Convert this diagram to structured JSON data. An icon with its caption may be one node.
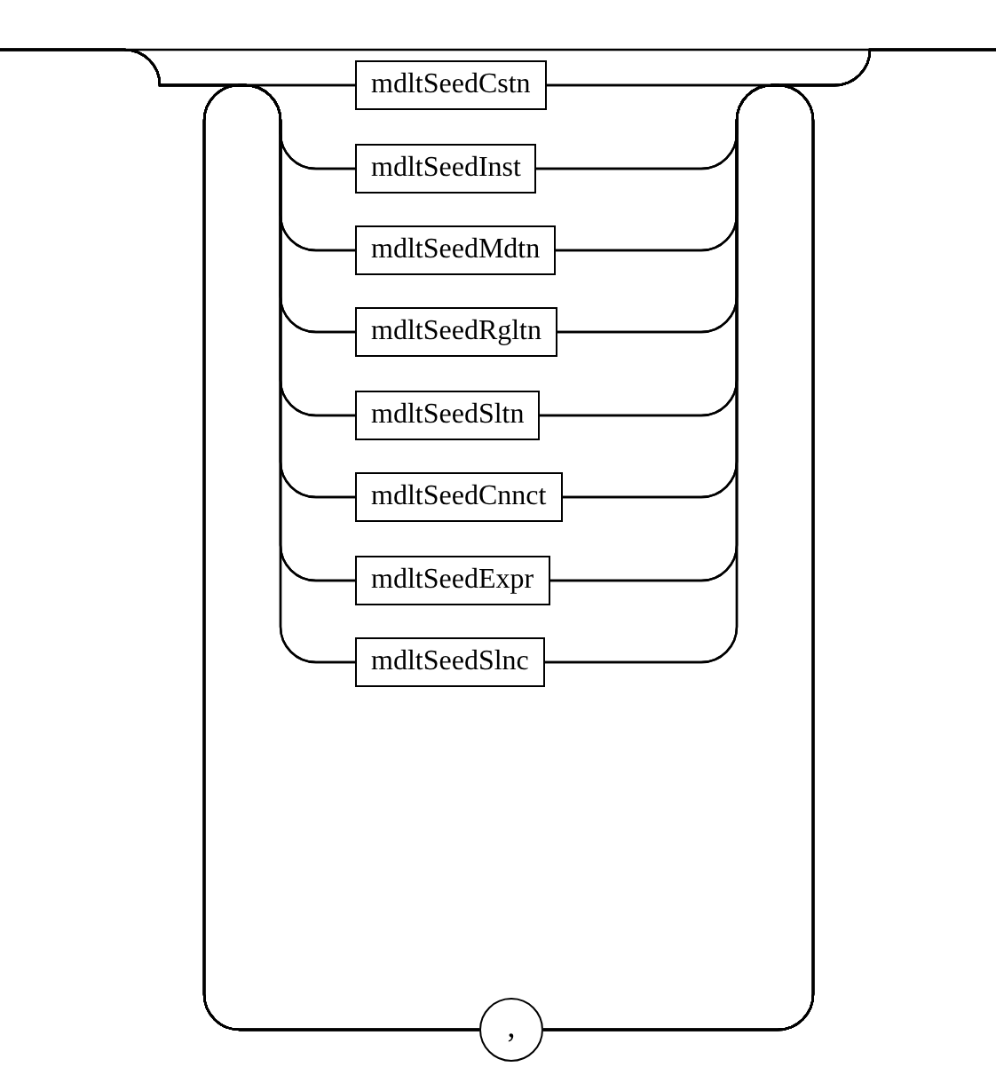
{
  "diagram": {
    "nodes": [
      {
        "text": [
          "mdltSeedCstn"
        ]
      },
      {
        "text": [
          "mdltSeedInst"
        ]
      },
      {
        "text": [
          "mdltSeedMdtn"
        ]
      },
      {
        "text": [
          "mdltSeedRgltn"
        ]
      },
      {
        "text": [
          "mdltSeedSltn"
        ]
      },
      {
        "text": [
          "mdltSeedCnnct"
        ]
      },
      {
        "text": [
          "mdltSeedExpr"
        ]
      },
      {
        "text": [
          "mdltSeedSlnc"
        ]
      },
      {
        "text": [
          ","
        ]
      }
    ],
    "edges": [
      {
        "from": null,
        "to": 0,
        "arrow": "none"
      },
      {
        "from": null,
        "to": 1,
        "arrow": "none"
      },
      {
        "from": null,
        "to": 2,
        "arrow": "none"
      },
      {
        "from": null,
        "to": 3,
        "arrow": "none"
      },
      {
        "from": null,
        "to": 4,
        "arrow": "none"
      },
      {
        "from": null,
        "to": 5,
        "arrow": "none"
      },
      {
        "from": null,
        "to": 6,
        "arrow": "none"
      },
      {
        "from": null,
        "to": 7,
        "arrow": "none"
      },
      {
        "from": 0,
        "to": null,
        "arrow": "none"
      },
      {
        "from": 1,
        "to": null,
        "arrow": "none"
      },
      {
        "from": 2,
        "to": null,
        "arrow": "none"
      },
      {
        "from": 3,
        "to": null,
        "arrow": "none"
      },
      {
        "from": 4,
        "to": null,
        "arrow": "none"
      },
      {
        "from": 5,
        "to": null,
        "arrow": "none"
      },
      {
        "from": 6,
        "to": null,
        "arrow": "none"
      },
      {
        "from": 7,
        "to": null,
        "arrow": "none"
      },
      {
        "from": 0,
        "to": 8,
        "arrow": "none"
      },
      {
        "from": 1,
        "to": 8,
        "arrow": "none"
      },
      {
        "from": 2,
        "to": 8,
        "arrow": "none"
      },
      {
        "from": 3,
        "to": 8,
        "arrow": "none"
      },
      {
        "from": 4,
        "to": 8,
        "arrow": "none"
      },
      {
        "from": 5,
        "to": 8,
        "arrow": "none"
      },
      {
        "from": 6,
        "to": 8,
        "arrow": "none"
      },
      {
        "from": 7,
        "to": 8,
        "arrow": "none"
      },
      {
        "from": 8,
        "to": 0,
        "arrow": "none"
      },
      {
        "from": 8,
        "to": 1,
        "arrow": "none"
      },
      {
        "from": 8,
        "to": 2,
        "arrow": "none"
      },
      {
        "from": 8,
        "to": 3,
        "arrow": "none"
      },
      {
        "from": 8,
        "to": 4,
        "arrow": "none"
      },
      {
        "from": 8,
        "to": 5,
        "arrow": "none"
      },
      {
        "from": 8,
        "to": 6,
        "arrow": "none"
      },
      {
        "from": 8,
        "to": 7,
        "arrow": "none"
      }
    ]
  }
}
